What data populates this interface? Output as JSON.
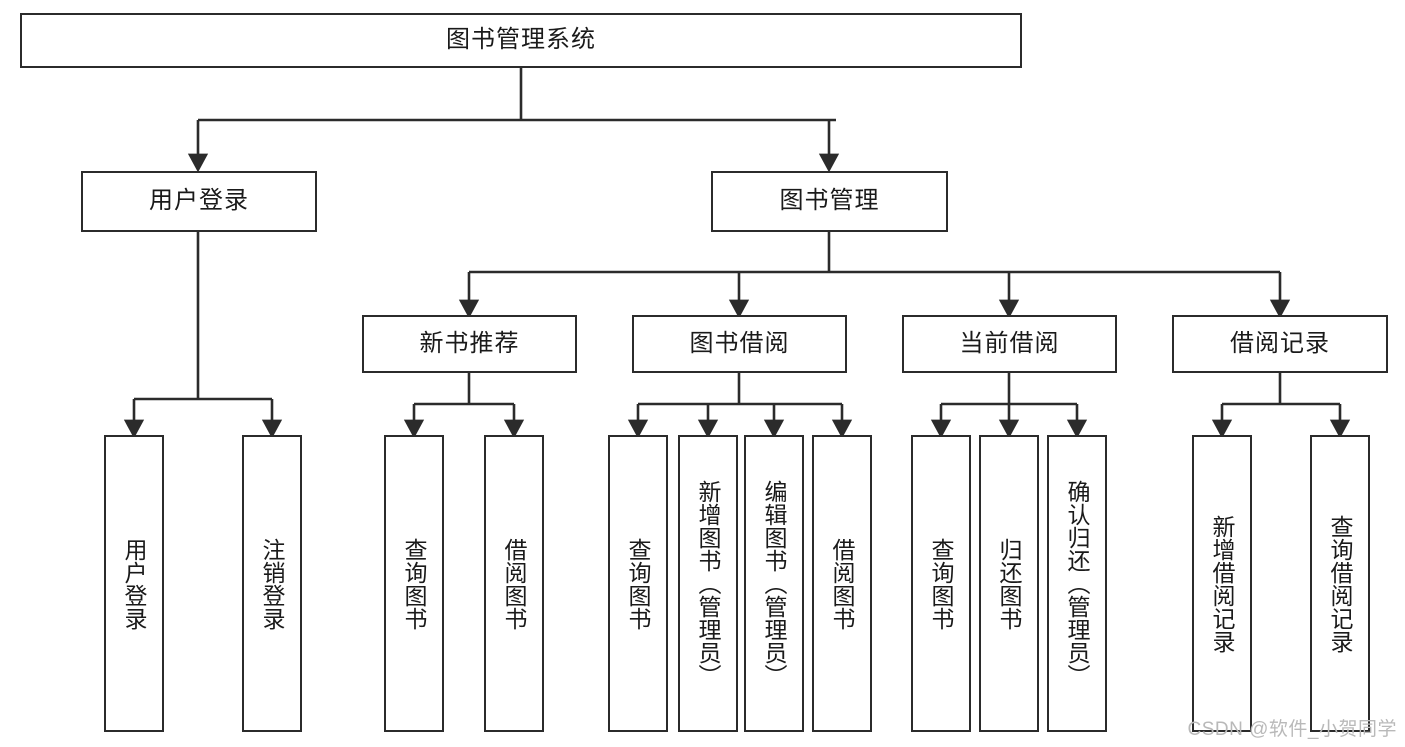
{
  "diagram": {
    "title": "图书管理系统",
    "watermark": "CSDN @软件_小贺同学",
    "stroke_color": "#2b2b2b",
    "fill_color": "#ffffff",
    "text_color": "#1a1a1a",
    "watermark_color": "#b9b9b9",
    "nodes": {
      "root": "图书管理系统",
      "level2": {
        "user_login": "用户登录",
        "book_management": "图书管理"
      },
      "level3": {
        "new_book_recommend": "新书推荐",
        "book_borrow": "图书借阅",
        "current_borrow": "当前借阅",
        "borrow_record": "借阅记录"
      },
      "leaves": {
        "user_login_children": [
          "用户登录",
          "注销登录"
        ],
        "new_book_recommend_children": [
          "查询图书",
          "借阅图书"
        ],
        "book_borrow_children": [
          "查询图书",
          "新增图书（管理员）",
          "编辑图书（管理员）",
          "借阅图书"
        ],
        "current_borrow_children": [
          "查询图书",
          "归还图书",
          "确认归还（管理员）"
        ],
        "borrow_record_children": [
          "新增借阅记录",
          "查询借阅记录"
        ]
      }
    }
  }
}
